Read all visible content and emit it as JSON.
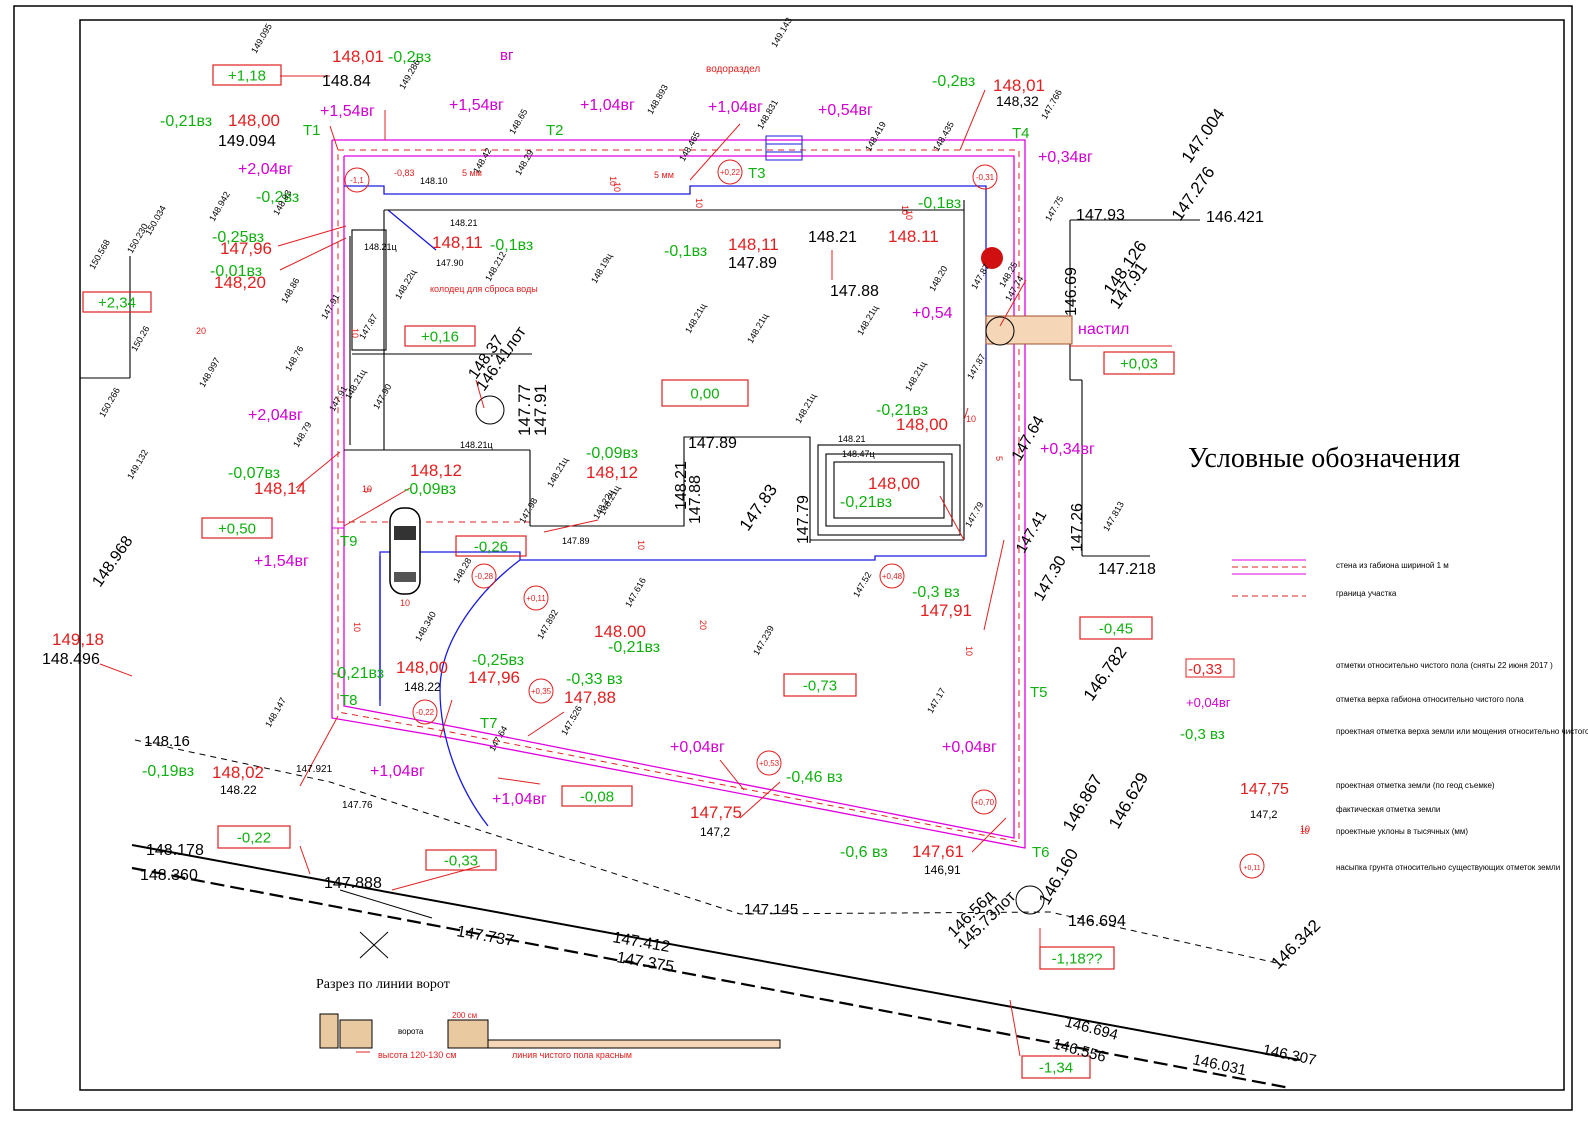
{
  "title": "Условные обозначения",
  "section_title": "Разрез по линии ворот",
  "points": {
    "T1": "T1",
    "T2": "T2",
    "T3": "T3",
    "T4": "T4",
    "T5": "T5",
    "T6": "T6",
    "T7": "T7",
    "T8": "T8",
    "T9": "T9"
  },
  "labels": {
    "vodorazdel": "водораздел",
    "vg": "вг",
    "kolodec": "колодец для сброса воды",
    "nastil": "настил",
    "gate": "ворота",
    "gate_width": "200 см",
    "gate_height": "высота 120-130 см",
    "floor_line": "линия чистого пола красным",
    "five_mm_1": "5 мм",
    "five_mm_2": "5 мм"
  },
  "legend": [
    {
      "sample": "",
      "text": "стена из габиона шириной 1 м"
    },
    {
      "sample": "",
      "text": "граница участка"
    },
    {
      "sample": "-0,33",
      "text": "отметки относительно чистого пола (сняты 22 июня 2017 )"
    },
    {
      "sample": "+0,04вг",
      "text": "отметка верха габиона относительно чистого пола"
    },
    {
      "sample": "-0,3  вз",
      "text": "проектная отметка верха земли или мощения относительно чистого пола"
    },
    {
      "sample": "147,75",
      "text": "проектная отметка земли (по геод съемке)"
    },
    {
      "sample": "147,2",
      "text": "фактическая отметка земли"
    },
    {
      "sample": "10",
      "text": "проектные уклоны в тысячных (мм)"
    },
    {
      "sample": "+0,11",
      "text": "насыпка грунта относительно существующих отметок земли"
    }
  ],
  "boxes": {
    "b1": "+1,18",
    "b2": "+2,34",
    "b3": "+0,16",
    "b4": "0,00",
    "b5": "+0,50",
    "b6": "-0,26",
    "b7": "-0,73",
    "b8": "-0,45",
    "b9": "+0,03",
    "b10": "-0,08",
    "b11": "-0,22",
    "b12": "-0,33",
    "b13": "-1,18??",
    "b14": "-1,34"
  },
  "circles": {
    "c1": "-1,1",
    "c2": "+0,22",
    "c3": "-0,31",
    "c4": "-0,28",
    "c5": "+0,11",
    "c6": "+0,35",
    "c7": "-0,22",
    "c8": "+0,48",
    "c9": "+0,53",
    "c10": "+0,70"
  },
  "red": {
    "r1": "148,01",
    "r2": "148,00",
    "r3": "147,96",
    "r4": "148,20",
    "r5": "148,11",
    "r6": "148,11",
    "r7": "148,01",
    "r8": "148.11",
    "r9": "148,14",
    "r10": "148,12",
    "r11": "148,12",
    "r12": "148,00",
    "r13": "148,00",
    "r14": "148.00",
    "r15": "147,91",
    "r16": "149,18",
    "r17": "148,00",
    "r18": "147,96",
    "r19": "147,88",
    "r20": "148,02",
    "r21": "147,75",
    "r22": "147,61",
    "r23": "-0,83"
  },
  "magenta": {
    "m1": "+1,54вг",
    "m2": "+1,54вг",
    "m3": "+1,04вг",
    "m4": "+1,04вг",
    "m5": "+0,54вг",
    "m6": "+2,04вг",
    "m7": "+0,34вг",
    "m8": "+0,54",
    "m9": "+2,04вг",
    "m10": "+0,34вг",
    "m11": "+1,54вг",
    "m12": "+1,04вг",
    "m13": "+1,04вг",
    "m14": "+0,04вг",
    "m15": "+0,04вг"
  },
  "green": {
    "g1": "-0,2вз",
    "g2": "-0,21вз",
    "g3": "-0,2вз",
    "g4": "-0,25вз",
    "g5": "-0,01вз",
    "g6": "-0,1вз",
    "g7": "-0,1вз",
    "g8": "-0,2вз",
    "g9": "-0,1вз",
    "g10": "-0,07вз",
    "g11": "-0,09вз",
    "g12": "-0,09вз",
    "g13": "-0,21вз",
    "g14": "-0,21вз",
    "g15": "-0,21вз",
    "g16": "-0,3 вз",
    "g17": "-0,21вз",
    "g18": "-0,25вз",
    "g19": "-0,33 вз",
    "g20": "-0,19вз",
    "g21": "-0,46 вз",
    "g22": "-0,6 вз"
  },
  "black": {
    "k1": "148.84",
    "k2": "149.094",
    "k3": "148,32",
    "k4": "147.89",
    "k5": "147.88",
    "k6": "148.21",
    "k7": "147.93",
    "k8": "146.421",
    "k9": "147.004",
    "k10": "147.276",
    "k11": "148.126",
    "k12": "147.91",
    "k13": "146.69",
    "k14": "148.37",
    "k15": "146.41лот",
    "k16": "147.77",
    "k17": "147.91",
    "k18": "147.89",
    "k19": "148.21",
    "k20": "147.88",
    "k21": "147.83",
    "k22": "147.79",
    "k23": "147.64",
    "k24": "147.41",
    "k25": "147.26",
    "k26": "147.30",
    "k27": "147.218",
    "k28": "148.968",
    "k29": "148.496",
    "k30": "146.782",
    "k31": "146.867",
    "k32": "146.629",
    "k33": "146.160",
    "k34": "146.56д",
    "k35": "145.73лот",
    "k36": "146.694",
    "k37": "146.342",
    "k38": "147.145",
    "k39": "148.16",
    "k40": "148.178",
    "k41": "148.360",
    "k42": "147.888",
    "k43": "147.737",
    "k44": "147.412",
    "k45": "147.375",
    "k46": "146.694",
    "k47": "146.556",
    "k48": "146.031",
    "k49": "146.307",
    "k50": "148.22",
    "k51": "148.22",
    "k52": "147,2",
    "k53": "146,91",
    "k54": "147.76",
    "k55": "147.921"
  },
  "small": {
    "s1": "149.095",
    "s2": "149.286",
    "s3": "149.143",
    "s4": "148.893",
    "s5": "148.831",
    "s6": "147.766",
    "s7": "148.65",
    "s8": "148.465",
    "s9": "148.419",
    "s10": "148.435",
    "s11": "148.942",
    "s12": "150.034",
    "s13": "150.230",
    "s14": "150.568",
    "s15": "148.93",
    "s16": "148.86",
    "s17": "148.76",
    "s18": "148.79",
    "s19": "149.132",
    "s20": "150.266",
    "s21": "150.26",
    "s22": "148.997",
    "s23": "148.212",
    "s24": "148.19ц",
    "s25": "148.21ц",
    "s26": "148.21ц",
    "s27": "148.21ц",
    "s28": "148.21ц",
    "s29": "148.22ц",
    "s30": "148.20",
    "s31": "147.87",
    "s32": "148.21ц",
    "s33": "148.21ц",
    "s34": "148.21ц",
    "s35": "148.22ц",
    "s36": "147.98",
    "s37": "147.89",
    "s38": "148.28",
    "s39": "148.340",
    "s40": "147.892",
    "s41": "147.616",
    "s42": "147.239",
    "s43": "147.52",
    "s44": "147.17",
    "s45": "147.526",
    "s46": "148.147",
    "s47": "147.75",
    "s48": "147.813",
    "s49": "148.21",
    "s50": "148.47ц",
    "s51": "148.10",
    "s52": "148.21",
    "s53": "147.90",
    "s54": "148.21ц",
    "s55": "147.87",
    "s56": "147.90",
    "s57": "147.91",
    "s58": "148.21ц",
    "s59": "148.42",
    "s60": "148.29",
    "s61": "147.91",
    "s62": "148.21ц",
    "s63": "147.87",
    "s64": "147.79",
    "s65": "148.25",
    "s66": "147.74",
    "s67": "147.64"
  },
  "slopes": {
    "sl1": "20",
    "sl2": "10",
    "sl3": "10",
    "sl4": "10",
    "sl5": "10",
    "sl6": "10",
    "sl7": "10",
    "sl8": "10",
    "sl9": "10",
    "sl10": "5",
    "sl11": "5",
    "sl12": "10",
    "sl13": "10",
    "sl14": "20",
    "sl15": "10",
    "sl16": "10",
    "sl17": "10"
  }
}
